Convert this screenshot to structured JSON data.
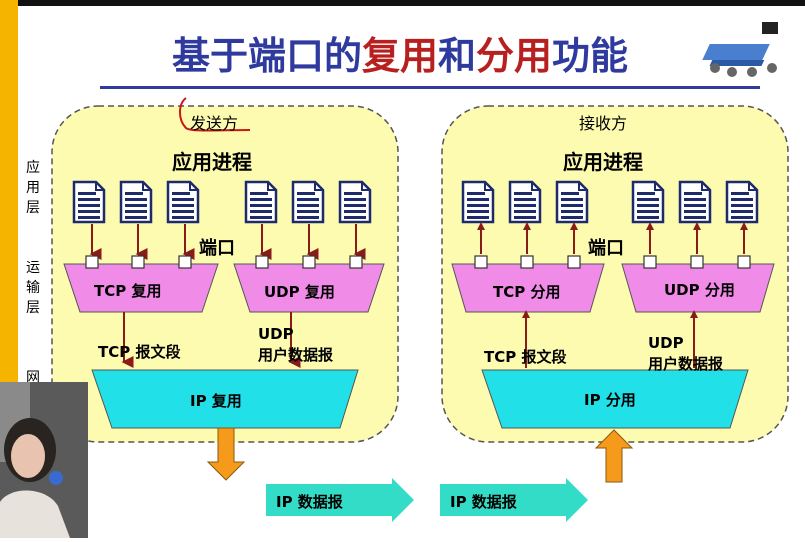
{
  "title": {
    "part1": "基于端口的",
    "part2": "复用",
    "part3": "和",
    "part4": "分用",
    "part5": "功能"
  },
  "sidebar": {
    "app_layer": [
      "应",
      "用",
      "层"
    ],
    "transport_layer": [
      "运",
      "输",
      "层"
    ],
    "net_char": "网"
  },
  "sender": {
    "caption": "发送方",
    "app_process": "应用进程",
    "port_label": "端口",
    "tcp_box": "TCP 复用",
    "udp_box": "UDP 复用",
    "tcp_segment": "TCP 报文段",
    "udp_datagram_line1": "UDP",
    "udp_datagram_line2": "用户数据报",
    "ip_box": "IP 复用"
  },
  "receiver": {
    "caption": "接收方",
    "app_process": "应用进程",
    "port_label": "端口",
    "tcp_box": "TCP 分用",
    "udp_box": "UDP 分用",
    "tcp_segment": "TCP 报文段",
    "udp_datagram_line1": "UDP",
    "udp_datagram_line2": "用户数据报",
    "ip_box": "IP 分用"
  },
  "ip_datagram_left": "IP 数据报",
  "ip_datagram_right": "IP 数据报",
  "colors": {
    "panel_fill": "#fdfbb0",
    "mux_fill": "#f08ce8",
    "ip_fill": "#22e0e8",
    "orange_arrow": "#f59a1a",
    "teal_arrow": "#33dcc6",
    "title_blue": "#2f3a9e",
    "title_red": "#b81f1f",
    "side_bar": "#f5b400"
  },
  "icons": [
    "document-icon",
    "port-square-icon",
    "network-switch-icon"
  ]
}
